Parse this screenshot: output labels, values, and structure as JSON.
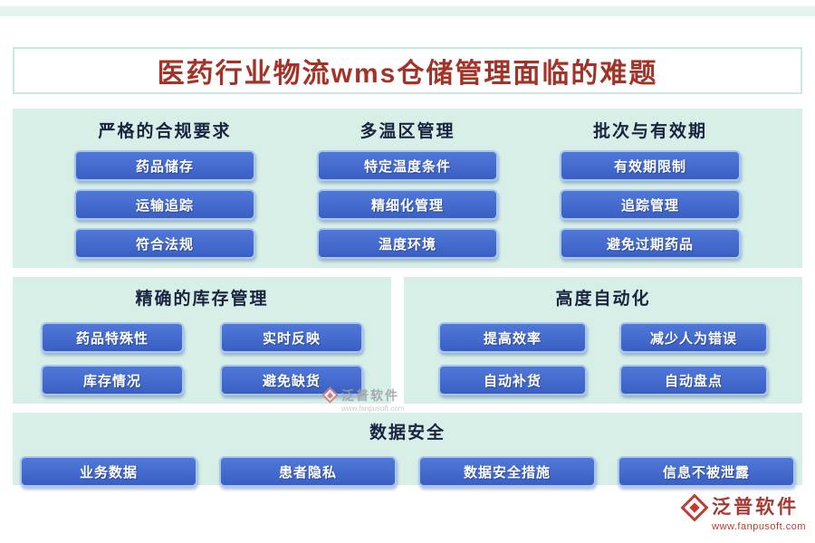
{
  "page": {
    "title": "医药行业物流wms仓储管理面临的难题"
  },
  "sections": {
    "compliance": {
      "title": "严格的合规要求",
      "items": [
        "药品储存",
        "运输追踪",
        "符合法规"
      ]
    },
    "multitemp": {
      "title": "多温区管理",
      "items": [
        "特定温度条件",
        "精细化管理",
        "温度环境"
      ]
    },
    "batch": {
      "title": "批次与有效期",
      "items": [
        "有效期限制",
        "追踪管理",
        "避免过期药品"
      ]
    },
    "inventory": {
      "title": "精确的库存管理",
      "items": [
        "药品特殊性",
        "实时反映",
        "库存情况",
        "避免缺货"
      ]
    },
    "automation": {
      "title": "高度自动化",
      "items": [
        "提高效率",
        "减少人为错误",
        "自动补货",
        "自动盘点"
      ]
    },
    "security": {
      "title": "数据安全",
      "items": [
        "业务数据",
        "患者隐私",
        "数据安全措施",
        "信息不被泄露"
      ]
    }
  },
  "branding": {
    "logo_text": "泛普软件",
    "website": "www.fanpusoft.com"
  },
  "watermark": {
    "logo_text": "泛普软件",
    "website": "www.fanpusoft.com"
  },
  "icons": {
    "fanpu_logo": "diamond-in-diamond",
    "watermark_logo": "diamond-in-diamond"
  },
  "colors": {
    "accent_blue": "#3a5fc4",
    "chip_border": "#a9c6f0",
    "mint_panel": "#d7efe7",
    "title_red": "#a23329",
    "header_navy": "#1a2340",
    "brand_red": "#c23b30"
  }
}
